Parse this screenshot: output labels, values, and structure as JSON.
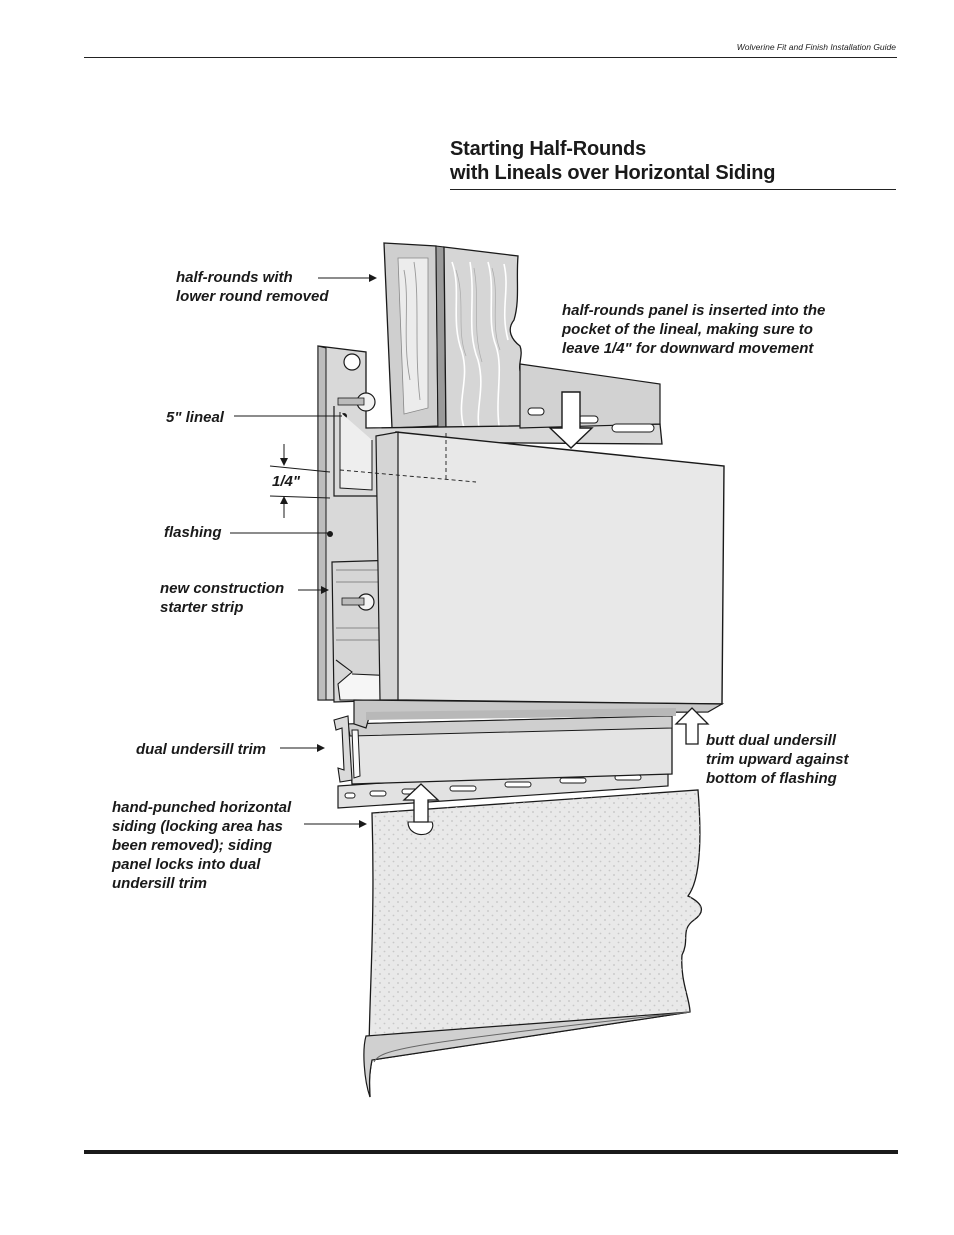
{
  "header": {
    "running_title": "Wolverine Fit and Finish Installation Guide"
  },
  "title": {
    "line1": "Starting Half-Rounds",
    "line2": "with Lineals over Horizontal Siding"
  },
  "callouts": {
    "half_rounds": "half-rounds with\nlower round removed",
    "panel_inserted": "half-rounds panel is inserted into the\npocket of the lineal, making sure to\nleave 1/4\" for downward movement",
    "lineal": "5\" lineal",
    "gap": "1/4\"",
    "flashing": "flashing",
    "starter_strip": "new construction\nstarter strip",
    "undersill": "dual undersill trim",
    "butt_undersill": "butt dual undersill\ntrim upward against\nbottom of flashing",
    "hand_punched": "hand-punched horizontal\nsiding (locking area has\nbeen removed); siding\npanel locks into dual\nundersill trim"
  },
  "colors": {
    "ink": "#1a1a1a",
    "panel_light": "#e6e6e6",
    "panel_mid": "#d2d2d2",
    "wood": "#c8c8c8"
  }
}
